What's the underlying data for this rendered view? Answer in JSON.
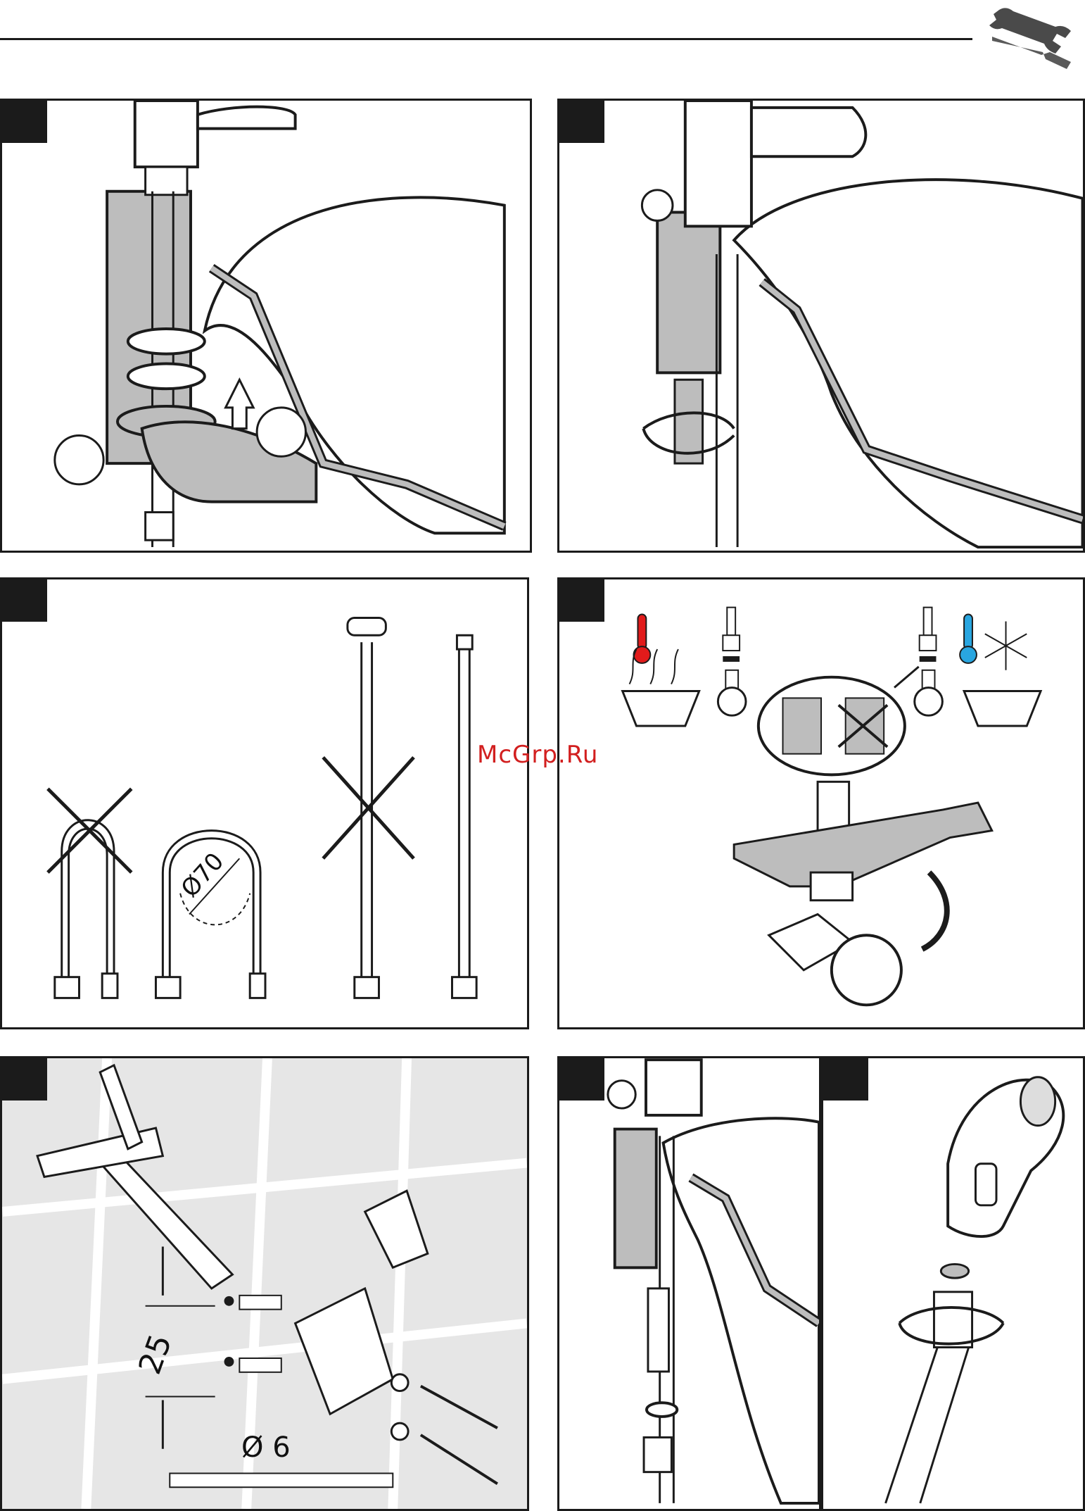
{
  "header": {
    "tools_icon": "wrench-screwdriver-icon"
  },
  "watermark": {
    "text": "McGrp.Ru"
  },
  "panels": {
    "p3": {
      "dimension": "Ø70"
    },
    "p5": {
      "dimension_height": "25",
      "dimension_drill": "Ø 6"
    }
  },
  "colors": {
    "hot": "#e11b1b",
    "cold": "#29a6e0",
    "ink": "#1b1b1b",
    "shade": "#bdbdbd",
    "tile": "#e6e6e6"
  }
}
